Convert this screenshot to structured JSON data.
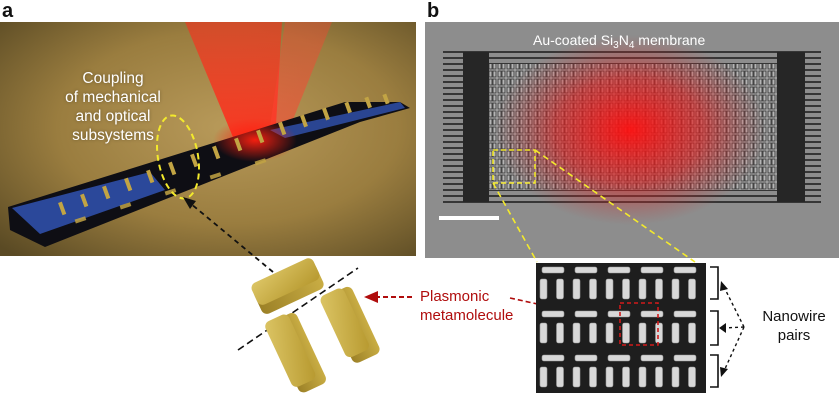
{
  "panel_a": {
    "label": "a",
    "caption": [
      "Coupling",
      "of mechanical",
      "and optical",
      "subsystems"
    ]
  },
  "panel_b": {
    "label": "b",
    "title_prefix": "Au-coated Si",
    "title_sub1": "3",
    "title_mid": "N",
    "title_sub2": "4",
    "title_suffix": " membrane"
  },
  "annotations": {
    "plasmonic": [
      "Plasmonic",
      "metamolecule"
    ],
    "nanowire": [
      "Nanowire",
      "pairs"
    ]
  },
  "colors": {
    "gold": "#c2a444",
    "laser_red": "#e0201a",
    "annotation_red": "#b00d0d",
    "dashed_yellow": "#f3ea2c"
  }
}
